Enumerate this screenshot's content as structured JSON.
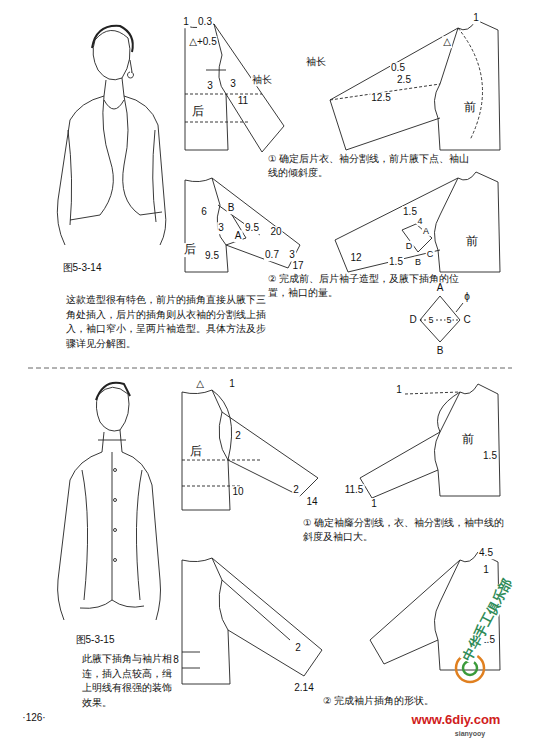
{
  "diagram": {
    "labels": [
      "1",
      "0.3",
      "△+0.5",
      "袖长",
      "3",
      "3",
      "11",
      "后",
      "△",
      "1",
      "袖长",
      "0.5",
      "2.5",
      "12.5",
      "前",
      "① 确定后片衣、袖分割线，前片腋下点、袖山线的倾斜度。",
      "6",
      "B",
      "3",
      "A",
      "后",
      "9.5",
      "9.5",
      "20",
      "0.7",
      "3",
      "17",
      "1.5",
      "4",
      "A",
      "B",
      "前",
      "12",
      "1.5",
      "② 完成前、后片袖子造型，及腋下插角的位置，袖口的量。",
      "A",
      "ϕ",
      "D",
      "5",
      "5",
      "C",
      "B",
      "图5-3-14",
      "这款造型很有特色，前片的插角直接从腋下三角处插入，后片的插角则从衣袖的分割线上插入，袖口窄小，呈两片袖造型。具体方法及步骤详见分解图。",
      "△",
      "1",
      "后",
      "2",
      "10",
      "2",
      "14",
      "1",
      "前",
      "1.5",
      "11.5",
      "1",
      "① 确定袖窿分割线，衣、袖分割线，袖中线的斜度及袖口大。",
      "8",
      "2",
      "2.14",
      "4.5",
      "1",
      "1.5",
      "② 完成袖片插角的形状。",
      "图5-3-15",
      "此腋下插角与袖片相连，插入点较高，缉上明线有很强的装饰效果。",
      "·126·",
      "中华手工俱乐部",
      "www.6diy.com",
      "sianyooy",
      "D",
      "C"
    ]
  }
}
